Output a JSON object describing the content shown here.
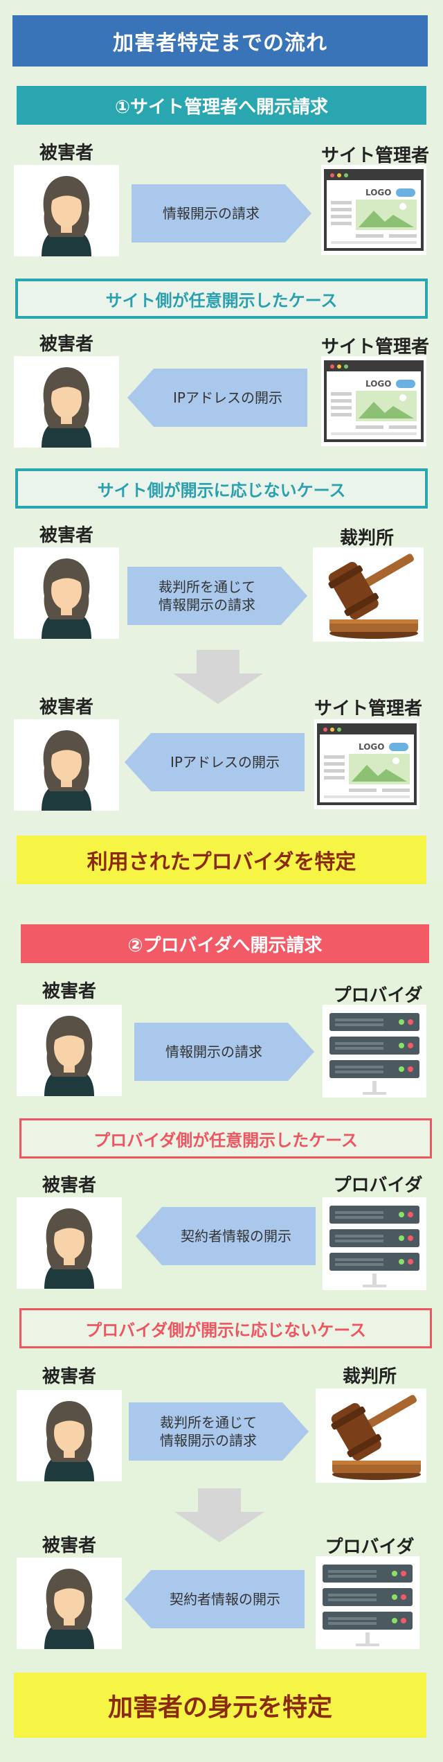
{
  "title": "加害者特定までの流れ",
  "step1": {
    "header": "①サイト管理者へ開示請求",
    "row1": {
      "left": "被害者",
      "right": "サイト管理者",
      "arrow": "情報開示の請求"
    },
    "case1": "サイト側が任意開示したケース",
    "row2": {
      "left": "被害者",
      "right": "サイト管理者",
      "arrow": "IPアドレスの開示"
    },
    "case2": "サイト側が開示に応じないケース",
    "row3": {
      "left": "被害者",
      "right": "裁判所",
      "arrow_line1": "裁判所を通じて",
      "arrow_line2": "情報開示の請求"
    },
    "row4": {
      "left": "被害者",
      "right": "サイト管理者",
      "arrow": "IPアドレスの開示"
    },
    "result": "利用されたプロバイダを特定"
  },
  "step2": {
    "header": "②プロバイダへ開示請求",
    "row1": {
      "left": "被害者",
      "right": "プロバイダ",
      "arrow": "情報開示の請求"
    },
    "case1": "プロバイダ側が任意開示したケース",
    "row2": {
      "left": "被害者",
      "right": "プロバイダ",
      "arrow": "契約者情報の開示"
    },
    "case2": "プロバイダ側が開示に応じないケース",
    "row3": {
      "left": "被害者",
      "right": "裁判所",
      "arrow_line1": "裁判所を通じて",
      "arrow_line2": "情報開示の請求"
    },
    "row4": {
      "left": "被害者",
      "right": "プロバイダ",
      "arrow": "契約者情報の開示"
    },
    "result": "加害者の身元を特定"
  },
  "mockup_logo": "LOGO",
  "colors": {
    "title_bg": "#3a74b8",
    "step1_accent": "#2aa6b0",
    "step2_accent": "#f25b66",
    "arrow": "#a9c8ec",
    "result_bg": "#f6f545",
    "result_text": "#8a2a10"
  },
  "icons": {
    "person": "woman-avatar-icon",
    "site": "website-mockup-icon",
    "court": "gavel-icon",
    "provider": "server-rack-icon"
  }
}
